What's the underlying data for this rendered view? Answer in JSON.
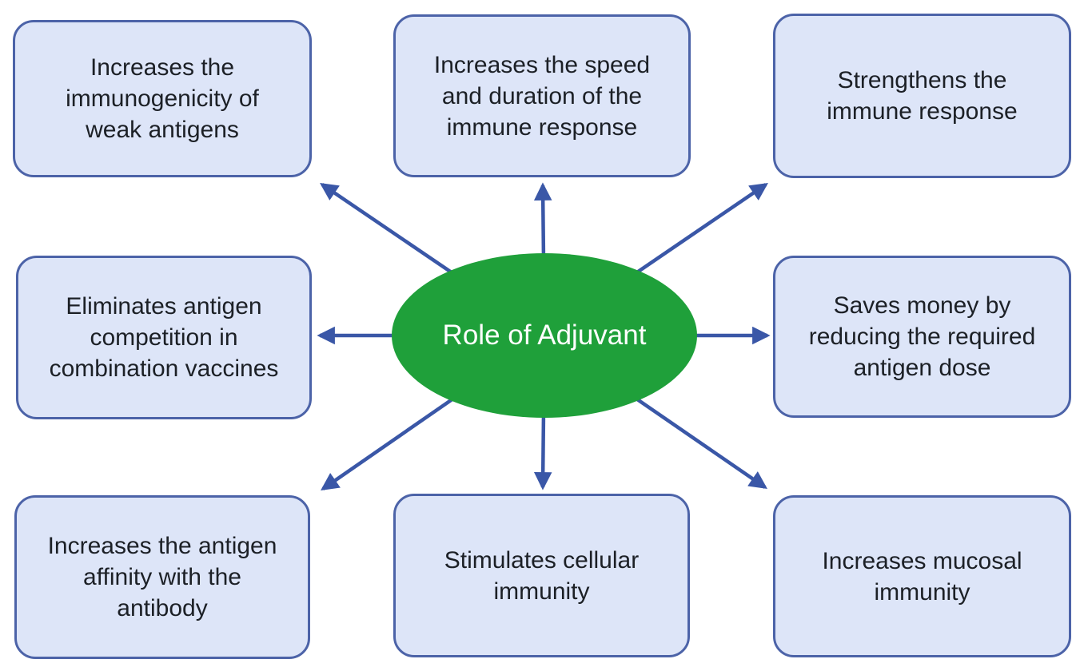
{
  "diagram": {
    "title": "Role of Adjuvant",
    "center": {
      "label": "Role of Adjuvant"
    },
    "boxes": [
      {
        "position": "top-left",
        "label": "Increases the immunogenicity of weak antigens"
      },
      {
        "position": "top-middle",
        "label": "Increases the speed and duration of the immune response"
      },
      {
        "position": "top-right",
        "label": "Strengthens the immune response"
      },
      {
        "position": "middle-left",
        "label": "Eliminates antigen competition in combination vaccines"
      },
      {
        "position": "middle-right",
        "label": "Saves money by reducing the required antigen dose"
      },
      {
        "position": "bottom-left",
        "label": "Increases the antigen affinity with the antibody"
      },
      {
        "position": "bottom-middle",
        "label": "Stimulates cellular immunity"
      },
      {
        "position": "bottom-right",
        "label": "Increases mucosal immunity"
      }
    ],
    "colors": {
      "background": "#ffffff",
      "box_fill": "#dde5f8",
      "box_border": "#4c63a8",
      "box_text": "#1c2026",
      "center_fill": "#1fa03a",
      "center_text": "#ffffff",
      "arrow": "#3a57a7"
    }
  }
}
